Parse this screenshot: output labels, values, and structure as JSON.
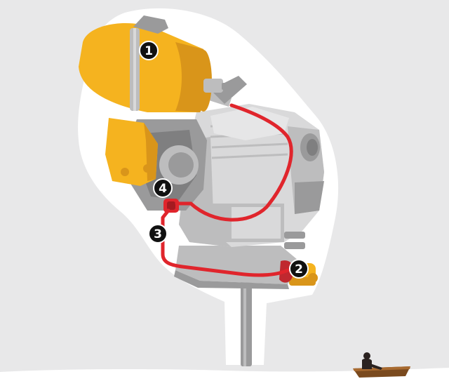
{
  "colors": {
    "background": "#e8e8e9",
    "halo": "#ffffff",
    "engine_light": "#d9d9da",
    "engine_mid": "#bdbdbe",
    "engine_dark": "#9a9a9b",
    "engine_shadow": "#7f7f80",
    "yellow": "#f5b31f",
    "yellow_dark": "#d9951a",
    "fuel_line": "#e0252c",
    "fuel_line_dark": "#a41a20",
    "marker": "#111111",
    "marker_text": "#ffffff",
    "boat": "#7a4a1e"
  },
  "markers": [
    {
      "id": "1",
      "label": "1"
    },
    {
      "id": "2",
      "label": "2"
    },
    {
      "id": "3",
      "label": "3"
    },
    {
      "id": "4",
      "label": "4"
    }
  ],
  "icons": {
    "canister": "yellow-canister-icon",
    "boat": "rowboat-icon",
    "person": "person-icon"
  }
}
